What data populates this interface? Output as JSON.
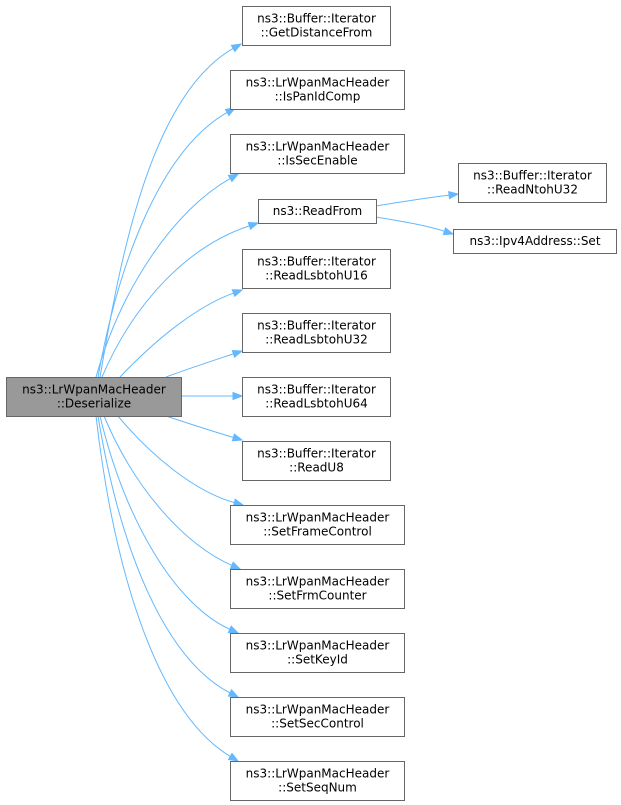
{
  "graph": {
    "nodes": [
      {
        "id": "root",
        "lines": [
          "ns3::LrWpanMacHeader",
          "::Deserialize"
        ]
      },
      {
        "id": "n1",
        "lines": [
          "ns3::Buffer::Iterator",
          "::GetDistanceFrom"
        ]
      },
      {
        "id": "n2",
        "lines": [
          "ns3::LrWpanMacHeader",
          "::IsPanIdComp"
        ]
      },
      {
        "id": "n3",
        "lines": [
          "ns3::LrWpanMacHeader",
          "::IsSecEnable"
        ]
      },
      {
        "id": "n4",
        "lines": [
          "ns3::ReadFrom"
        ]
      },
      {
        "id": "n5",
        "lines": [
          "ns3::Buffer::Iterator",
          "::ReadLsbtohU16"
        ]
      },
      {
        "id": "n6",
        "lines": [
          "ns3::Buffer::Iterator",
          "::ReadLsbtohU32"
        ]
      },
      {
        "id": "n7",
        "lines": [
          "ns3::Buffer::Iterator",
          "::ReadLsbtohU64"
        ]
      },
      {
        "id": "n8",
        "lines": [
          "ns3::Buffer::Iterator",
          "::ReadU8"
        ]
      },
      {
        "id": "n9",
        "lines": [
          "ns3::LrWpanMacHeader",
          "::SetFrameControl"
        ]
      },
      {
        "id": "n10",
        "lines": [
          "ns3::LrWpanMacHeader",
          "::SetFrmCounter"
        ]
      },
      {
        "id": "n11",
        "lines": [
          "ns3::LrWpanMacHeader",
          "::SetKeyId"
        ]
      },
      {
        "id": "n12",
        "lines": [
          "ns3::LrWpanMacHeader",
          "::SetSecControl"
        ]
      },
      {
        "id": "n13",
        "lines": [
          "ns3::LrWpanMacHeader",
          "::SetSeqNum"
        ]
      },
      {
        "id": "n14",
        "lines": [
          "ns3::Buffer::Iterator",
          "::ReadNtohU32"
        ]
      },
      {
        "id": "n15",
        "lines": [
          "ns3::Ipv4Address::Set"
        ]
      }
    ],
    "edges": [
      {
        "from": "root",
        "to": "n1"
      },
      {
        "from": "root",
        "to": "n2"
      },
      {
        "from": "root",
        "to": "n3"
      },
      {
        "from": "root",
        "to": "n4"
      },
      {
        "from": "root",
        "to": "n5"
      },
      {
        "from": "root",
        "to": "n6"
      },
      {
        "from": "root",
        "to": "n7"
      },
      {
        "from": "root",
        "to": "n8"
      },
      {
        "from": "root",
        "to": "n9"
      },
      {
        "from": "root",
        "to": "n10"
      },
      {
        "from": "root",
        "to": "n11"
      },
      {
        "from": "root",
        "to": "n12"
      },
      {
        "from": "root",
        "to": "n13"
      },
      {
        "from": "n4",
        "to": "n14"
      },
      {
        "from": "n4",
        "to": "n15"
      }
    ],
    "colors": {
      "edge": "#63b8ff",
      "root_fill": "#999999",
      "node_border": "#666666",
      "node_fill": "#ffffff"
    }
  }
}
